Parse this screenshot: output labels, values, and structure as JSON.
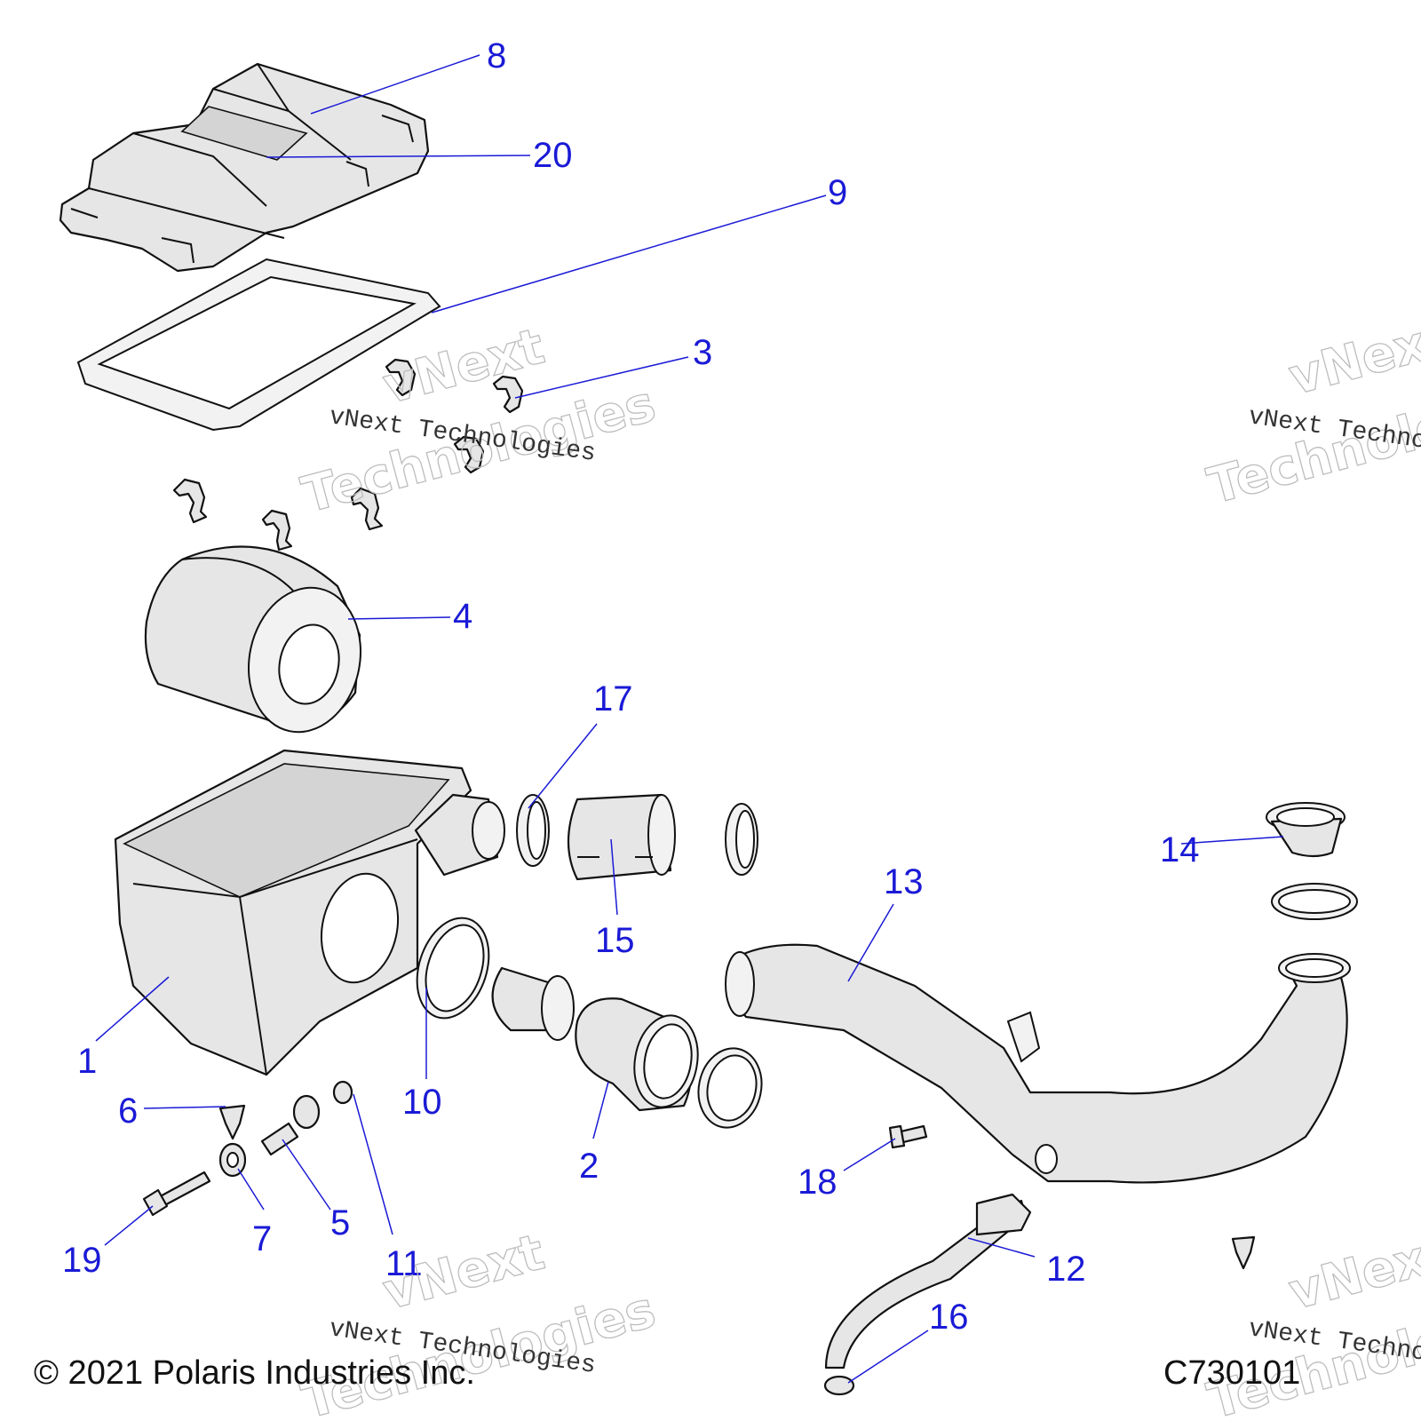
{
  "diagram": {
    "callouts": [
      "1",
      "2",
      "3",
      "4",
      "5",
      "6",
      "7",
      "8",
      "9",
      "10",
      "11",
      "12",
      "13",
      "14",
      "15",
      "16",
      "17",
      "18",
      "19",
      "20"
    ],
    "copyright": "© 2021 Polaris Industries Inc.",
    "drawing_code": "C730101",
    "watermark": {
      "small": "vNext Technologies",
      "line1": "vNext",
      "line2": "Technologies"
    },
    "colors": {
      "callout": "#1a1ad6",
      "part_fill": "#e6e6e6",
      "outline": "#111111"
    }
  }
}
